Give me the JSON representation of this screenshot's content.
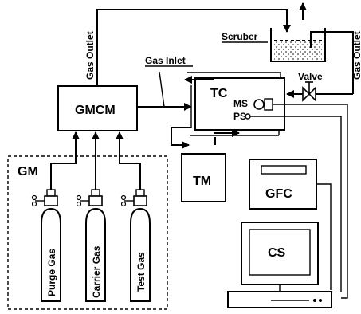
{
  "diagram": {
    "labels": {
      "gmcm": "GMCM",
      "tc": "TC",
      "tm": "TM",
      "gfc": "GFC",
      "cs": "CS",
      "gm": "GM",
      "ms": "MS",
      "ps": "PS",
      "gas_outlet_left": "Gas Outlet",
      "gas_outlet_right": "Gas Outlet",
      "gas_inlet": "Gas Inlet",
      "scrubber": "Scruber",
      "valve": "Valve"
    },
    "cylinders": [
      "Purge Gas",
      "Carrier Gas",
      "Test Gas"
    ]
  }
}
